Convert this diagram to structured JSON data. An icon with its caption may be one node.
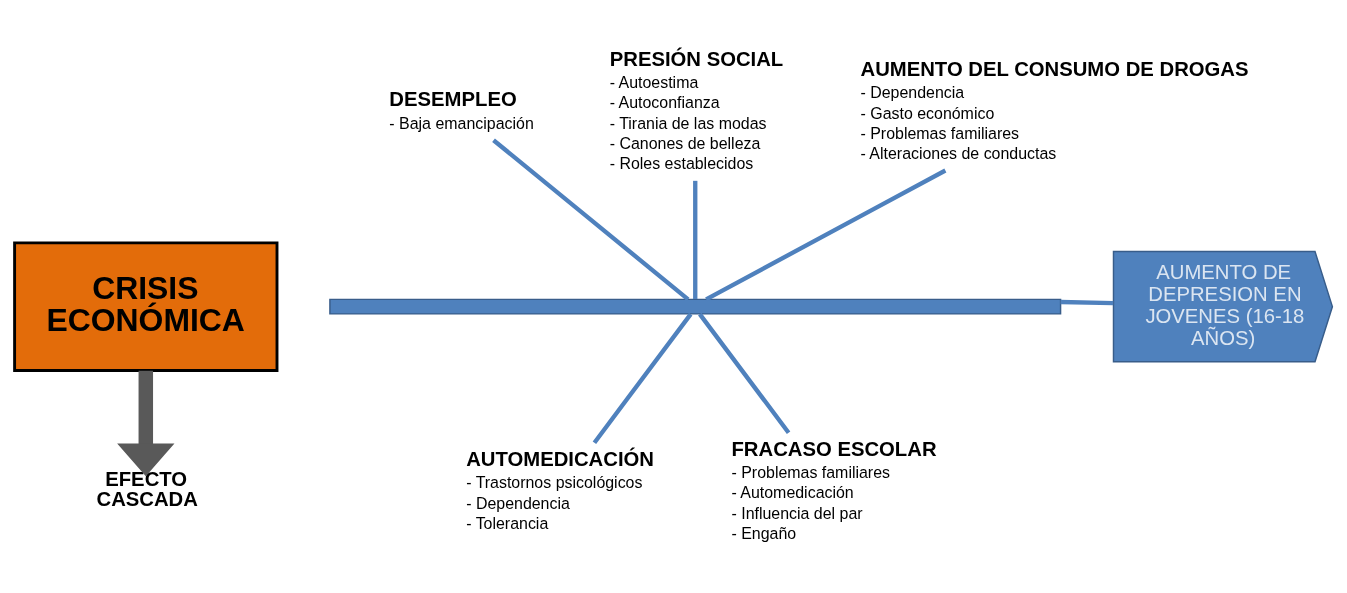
{
  "diagram": {
    "nodes": [
      {
        "text": [
          "DESEMPLEO",
          "- Baja emancipación"
        ]
      },
      {
        "text": [
          "PRESIÓN SOCIAL",
          "- Autoestima",
          "- Autoconfianza",
          "- Tirania de las modas",
          "- Canones de belleza",
          "- Roles establecidos"
        ]
      },
      {
        "text": [
          "AUMENTO DEL CONSUMO DE DROGAS",
          "- Dependencia",
          "- Gasto económico",
          "- Problemas familiares",
          "- Alteraciones de conductas"
        ]
      },
      {
        "text": [
          "CRISIS ECONÓMICA"
        ]
      },
      {
        "text": [],
        "shape": "bar"
      },
      {
        "text": [
          "AUMENTO DE DEPRESION EN JOVENES (16-18 AÑOS)"
        ]
      },
      {
        "text": [
          "EFECTO CASCADA"
        ]
      },
      {
        "text": [
          "AUTOMEDICACIÓN",
          "- Trastornos psicológicos",
          "- Dependencia",
          "- Tolerancia"
        ]
      },
      {
        "text": [
          "FRACASO ESCOLAR",
          "- Problemas familiares",
          "- Automedicación",
          "- Influencia del par",
          "- Engaño"
        ]
      }
    ],
    "edges": [
      {
        "from": 0,
        "to": 4,
        "arrow": "none"
      },
      {
        "from": 1,
        "to": 4,
        "arrow": "none"
      },
      {
        "from": 2,
        "to": 4,
        "arrow": "none"
      },
      {
        "from": 4,
        "to": 5,
        "arrow": "none"
      },
      {
        "from": 4,
        "to": 7,
        "arrow": "none"
      },
      {
        "from": 4,
        "to": 8,
        "arrow": "none"
      },
      {
        "from": 3,
        "to": 6,
        "arrow": "to",
        "style": "thick",
        "color": "#595959"
      }
    ]
  }
}
